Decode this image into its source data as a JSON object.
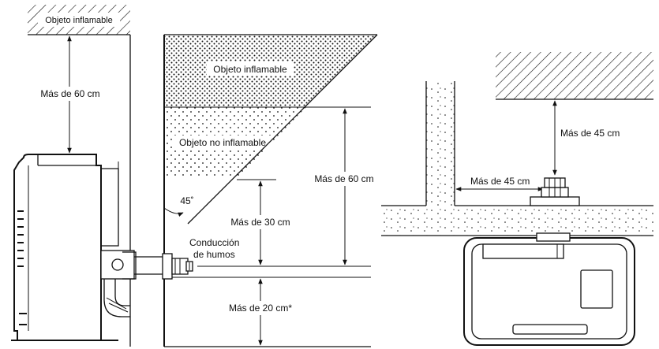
{
  "labels": {
    "flammable_top": "Objeto inflamable",
    "left_vertical": "Más de 60 cm",
    "flammable_triangle": "Objeto inflamable",
    "non_flammable": "Objeto no inflamable",
    "angle": "45˚",
    "mid_right_vertical": "Más de 60 cm",
    "mid_30": "Más de 30 cm",
    "exhaust_line1": "Conducción",
    "exhaust_line2": "de humos",
    "bottom_20": "Más de 20 cm*",
    "right_vertical": "Más de 45 cm",
    "right_horizontal": "Más de 45 cm"
  }
}
